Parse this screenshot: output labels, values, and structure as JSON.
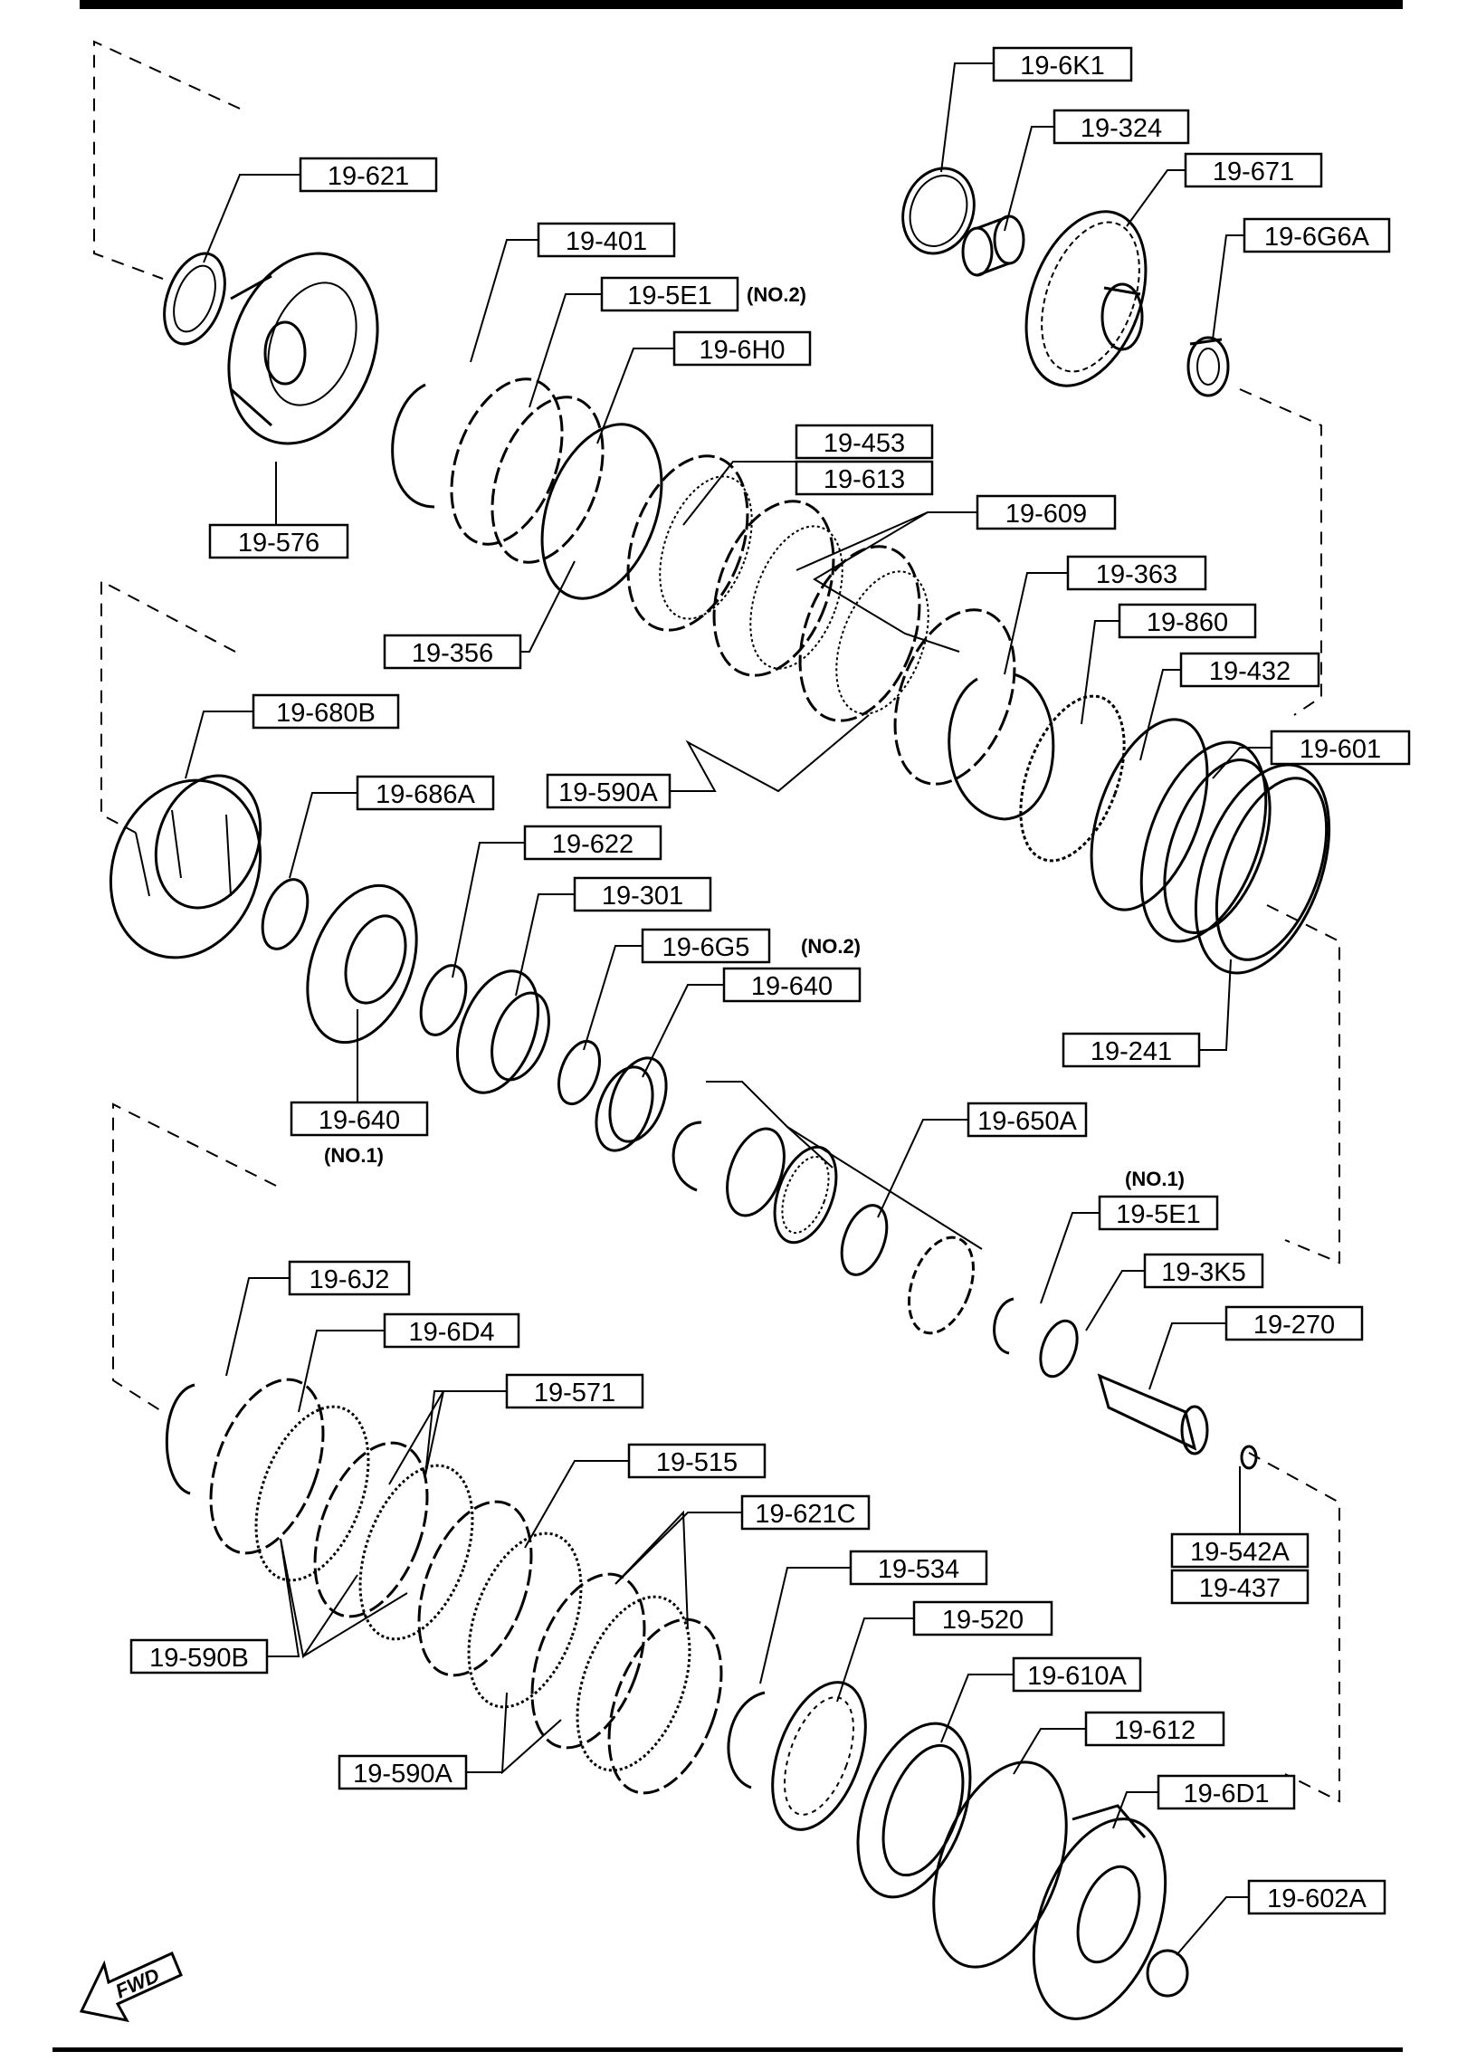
{
  "diagram": {
    "orientation_icon": "fwd-arrow-icon",
    "orientation_label": "FWD",
    "callouts": [
      {
        "id": "c01",
        "text": "19-6K1"
      },
      {
        "id": "c02",
        "text": "19-324"
      },
      {
        "id": "c03",
        "text": "19-671"
      },
      {
        "id": "c04",
        "text": "19-6G6A"
      },
      {
        "id": "c05",
        "text": "19-621"
      },
      {
        "id": "c06",
        "text": "19-401"
      },
      {
        "id": "c07",
        "text": "19-5E1"
      },
      {
        "id": "c08",
        "text": "19-6H0"
      },
      {
        "id": "c09",
        "text": "19-576"
      },
      {
        "id": "c10",
        "text": "19-453"
      },
      {
        "id": "c11",
        "text": "19-613"
      },
      {
        "id": "c12",
        "text": "19-609"
      },
      {
        "id": "c13",
        "text": "19-356"
      },
      {
        "id": "c14",
        "text": "19-363"
      },
      {
        "id": "c15",
        "text": "19-860"
      },
      {
        "id": "c16",
        "text": "19-432"
      },
      {
        "id": "c17",
        "text": "19-680B"
      },
      {
        "id": "c18",
        "text": "19-601"
      },
      {
        "id": "c19",
        "text": "19-590A"
      },
      {
        "id": "c20",
        "text": "19-686A"
      },
      {
        "id": "c21",
        "text": "19-622"
      },
      {
        "id": "c22",
        "text": "19-301"
      },
      {
        "id": "c23",
        "text": "19-6G5"
      },
      {
        "id": "c24",
        "text": "19-640"
      },
      {
        "id": "c25",
        "text": "19-241"
      },
      {
        "id": "c26",
        "text": "19-640"
      },
      {
        "id": "c27",
        "text": "19-650A"
      },
      {
        "id": "c28",
        "text": "19-5E1"
      },
      {
        "id": "c29",
        "text": "19-3K5"
      },
      {
        "id": "c30",
        "text": "19-6J2"
      },
      {
        "id": "c31",
        "text": "19-270"
      },
      {
        "id": "c32",
        "text": "19-6D4"
      },
      {
        "id": "c33",
        "text": "19-571"
      },
      {
        "id": "c34",
        "text": "19-515"
      },
      {
        "id": "c35",
        "text": "19-542A"
      },
      {
        "id": "c36",
        "text": "19-437"
      },
      {
        "id": "c37",
        "text": "19-621C"
      },
      {
        "id": "c38",
        "text": "19-534"
      },
      {
        "id": "c39",
        "text": "19-590B"
      },
      {
        "id": "c40",
        "text": "19-520"
      },
      {
        "id": "c41",
        "text": "19-610A"
      },
      {
        "id": "c42",
        "text": "19-590A"
      },
      {
        "id": "c43",
        "text": "19-612"
      },
      {
        "id": "c44",
        "text": "19-6D1"
      },
      {
        "id": "c45",
        "text": "19-602A"
      }
    ],
    "notes": [
      {
        "id": "n1",
        "text": "(NO.2)"
      },
      {
        "id": "n2",
        "text": "(NO.2)"
      },
      {
        "id": "n3",
        "text": "(NO.1)"
      },
      {
        "id": "n4",
        "text": "(NO.1)"
      }
    ]
  }
}
